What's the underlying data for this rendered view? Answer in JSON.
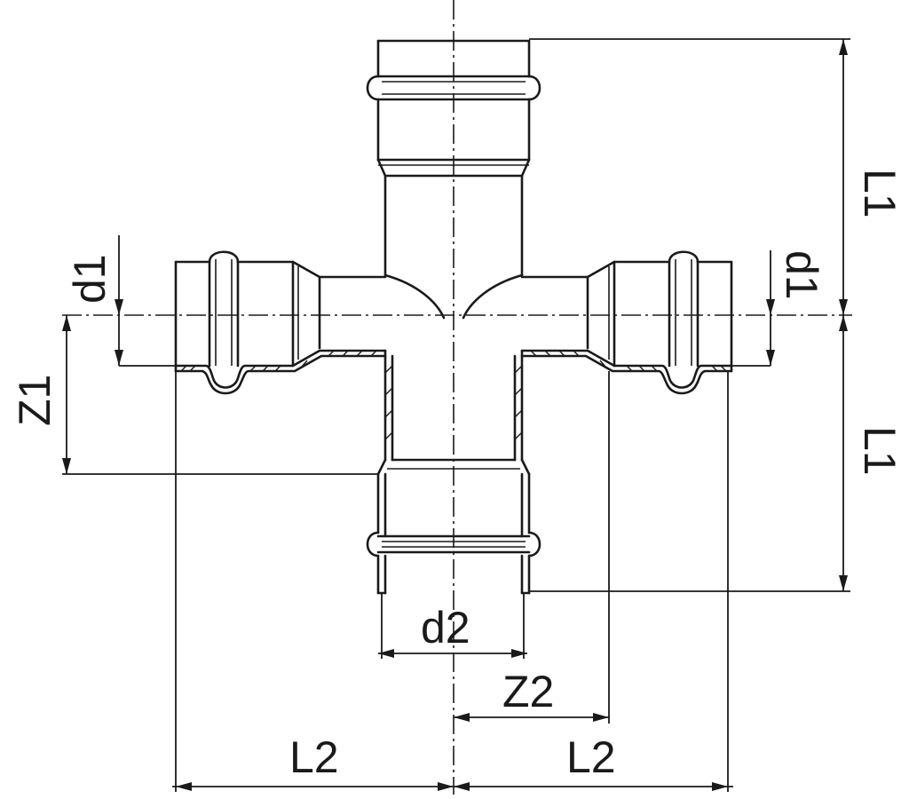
{
  "labels": {
    "L1_top": "L1",
    "L1_bottom": "L1",
    "d1_left": "d1",
    "d1_right": "d1",
    "Z1": "Z1",
    "d2": "d2",
    "Z2": "Z2",
    "L2_left": "L2",
    "L2_right": "L2"
  }
}
